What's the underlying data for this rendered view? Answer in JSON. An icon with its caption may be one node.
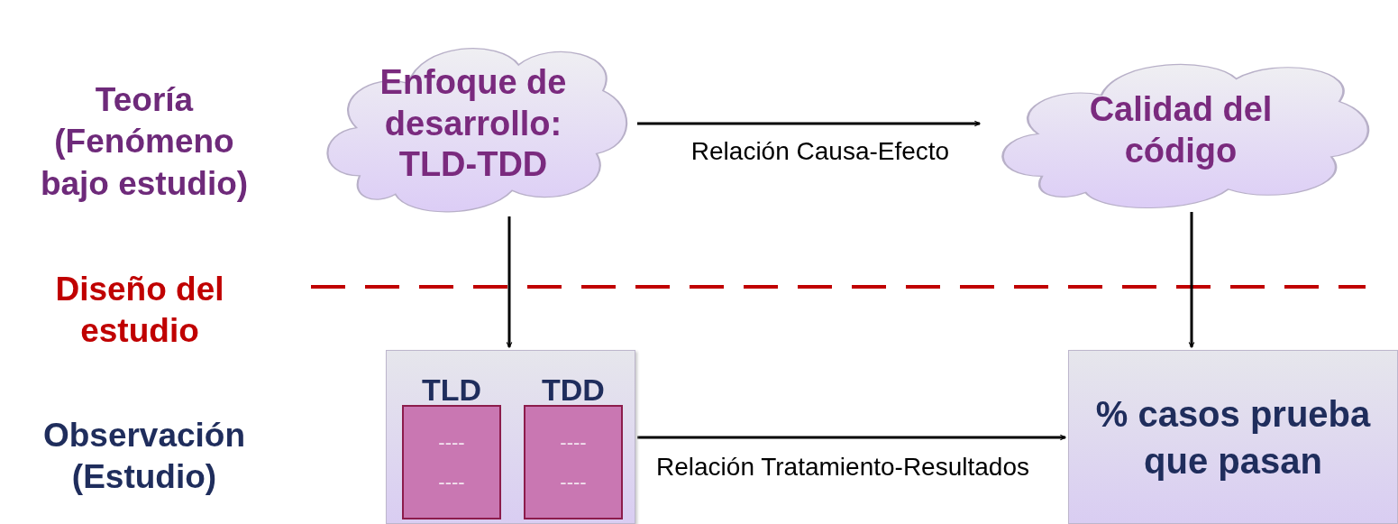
{
  "diagram": {
    "nodes": [
      {
        "text": [
          "Enfoque de desarrollo: TLD-TDD"
        ]
      },
      {
        "text": [
          "Calidad del código"
        ]
      },
      {
        "text": [],
        "shape": "box"
      },
      {
        "text": [
          "TLD",
          "---- ----"
        ],
        "in": 2
      },
      {
        "text": [
          "TDD",
          "---- ----"
        ],
        "in": 2
      },
      {
        "text": [
          "% casos prueba que pasan"
        ]
      }
    ],
    "edges": [
      {
        "from": 0,
        "to": 1,
        "arrow": "to",
        "label": "Relación Causa-Efecto"
      },
      {
        "from": 0,
        "to": 2,
        "arrow": "to"
      },
      {
        "from": 1,
        "to": 5,
        "arrow": "to"
      },
      {
        "from": 2,
        "to": 5,
        "arrow": "to",
        "label": "Relación Tratamiento-Resultados"
      }
    ],
    "labels": [
      "Teoría (Fenómeno bajo estudio)",
      "Diseño del estudio",
      "Observación (Estudio)"
    ]
  }
}
